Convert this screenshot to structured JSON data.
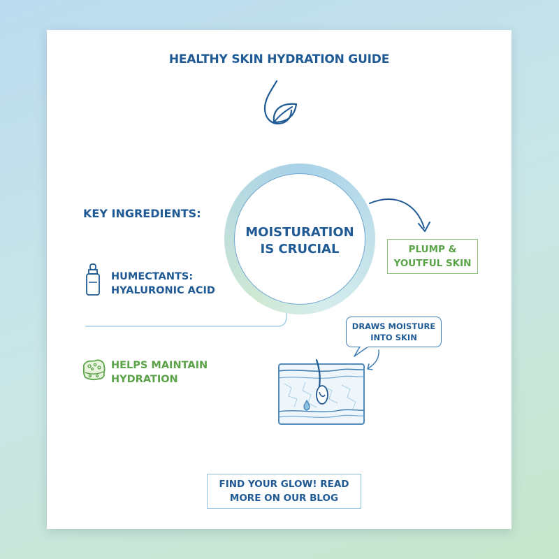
{
  "header": {
    "title": "Healthy Skin Hydration Guide"
  },
  "center": {
    "line1": "Moisturation",
    "line2": "is crucial"
  },
  "ingredients": {
    "heading": "Key Ingredients:",
    "humectants": {
      "line1": "Humectants:",
      "line2": "Hyaluronic Acid"
    },
    "helps": {
      "line1": "Helps Maintain",
      "line2": "Hydration"
    }
  },
  "outcome": {
    "line1": "Plump &",
    "line2": "Youtful Skin"
  },
  "callout": {
    "line1": "Draws Moisture",
    "line2": "into Skin"
  },
  "cta": {
    "line1": "Find Your Glow! Read",
    "line2": "More on our Blog"
  },
  "icons": {
    "header": "water-drop-leaf-icon",
    "humectants": "serum-bottle-icon",
    "helps": "sponge-icon",
    "diagram": "skin-layers-icon"
  },
  "colors": {
    "primary": "#1f5a94",
    "accent_green": "#5aa348",
    "ring": "#a9d2e8"
  }
}
